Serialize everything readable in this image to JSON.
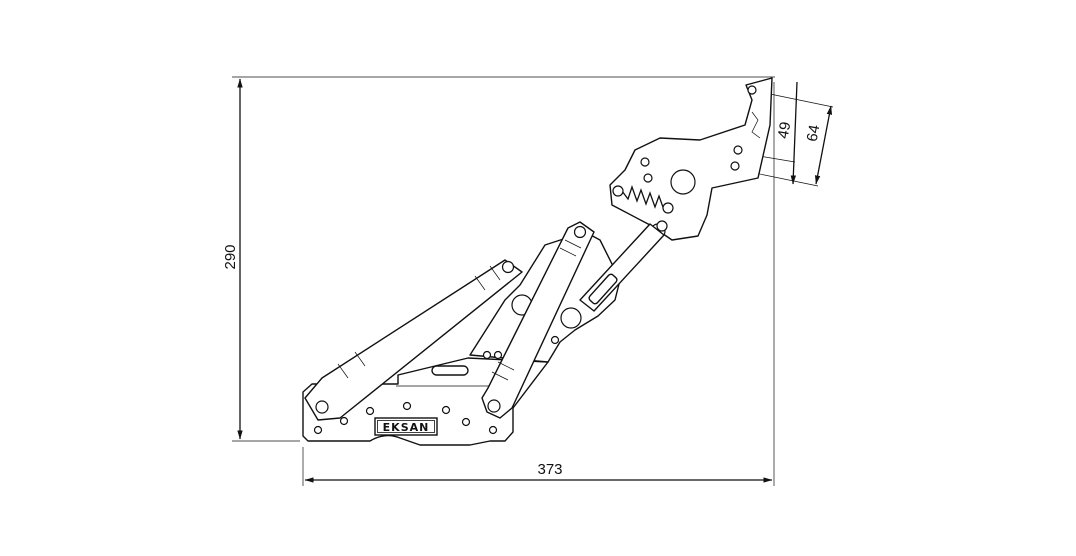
{
  "drawing": {
    "brand_logo": "EKSAN",
    "dimensions": {
      "height": "290",
      "width": "373",
      "inner_offset": "49",
      "outer_offset": "64"
    }
  }
}
